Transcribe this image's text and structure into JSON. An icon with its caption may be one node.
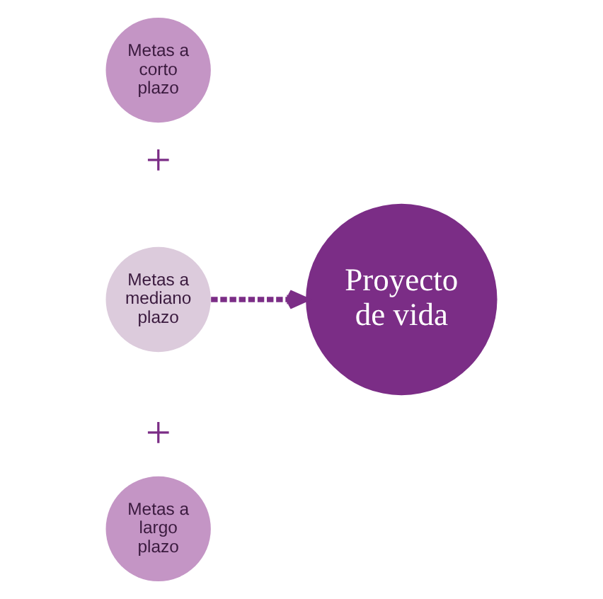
{
  "diagram": {
    "nodes": [
      {
        "text": [
          "Metas a corto plazo"
        ]
      },
      {
        "text": [
          "Metas a mediano plazo"
        ]
      },
      {
        "text": [
          "Metas a largo plazo"
        ]
      },
      {
        "text": [
          "Proyecto de vida"
        ]
      }
    ],
    "edges": [
      {
        "from": 1,
        "to": 3,
        "arrow": "to",
        "style": "dashed"
      }
    ],
    "labels": [
      "+",
      "+"
    ]
  }
}
